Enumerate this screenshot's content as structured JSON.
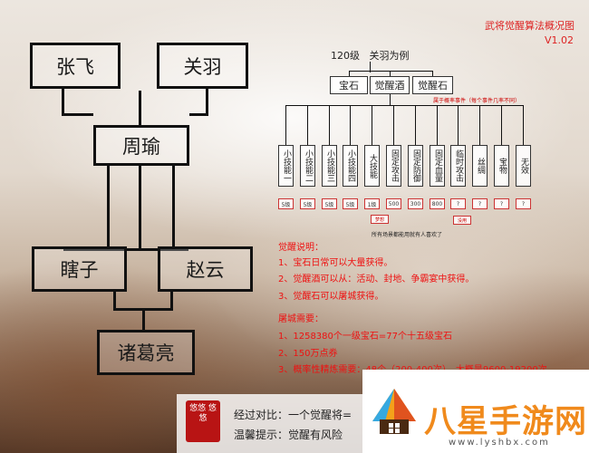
{
  "header": {
    "title": "武将觉醒算法概况图",
    "version": "V1.02"
  },
  "tree": {
    "top_left": "张飞",
    "top_right": "关羽",
    "middle": "周瑜",
    "lower_left": "瞎子",
    "lower_right": "赵云",
    "bottom": "诸葛亮"
  },
  "breakdown": {
    "caption": "120级   关羽为例",
    "items": [
      "宝石",
      "觉醒酒",
      "觉醒石"
    ],
    "event_note": "属于概率事件（每个事件几率不同）",
    "categories": [
      {
        "label": "小技能一",
        "value": "5级"
      },
      {
        "label": "小技能二",
        "value": "5级"
      },
      {
        "label": "小技能三",
        "value": "5级"
      },
      {
        "label": "小技能四",
        "value": "5级"
      },
      {
        "label": "大技能",
        "value": "1级"
      },
      {
        "label": "固定攻击",
        "value": "500"
      },
      {
        "label": "固定防御",
        "value": "300"
      },
      {
        "label": "固定血量",
        "value": "800"
      },
      {
        "label": "临时攻击",
        "value": "?"
      },
      {
        "label": "丝绸",
        "value": "?"
      },
      {
        "label": "宝物",
        "value": "?"
      },
      {
        "label": "无效",
        "value": "?"
      }
    ],
    "tag_dream": "梦想",
    "tag_useless": "没用",
    "tag_note": "所有场景都能用就有人喜欢了"
  },
  "explain": {
    "title": "觉醒说明：",
    "lines": [
      "1、宝石日常可以大量获得。",
      "2、觉醒酒可以从：活动、封地、争霸宴中获得。",
      "3、觉醒石可以屠城获得。"
    ]
  },
  "tucheng": {
    "title": "屠城需要：",
    "lines": [
      "1、1258380个一级宝石=77个十五级宝石",
      "2、150万点券",
      "3、概率性精炼需要：48个（200-400次），大概是9600-19200次"
    ]
  },
  "footer": {
    "line1": "经过对比：一个觉醒将=",
    "line2": "温馨提示：觉醒有风险",
    "seal": "悠悠 悠悠"
  },
  "watermark": {
    "brand": "八星手游网",
    "url": "www.lyshbx.com"
  },
  "colors": {
    "accent": "#e11111",
    "line": "#111111",
    "brand_orange": "#f08a1c"
  }
}
